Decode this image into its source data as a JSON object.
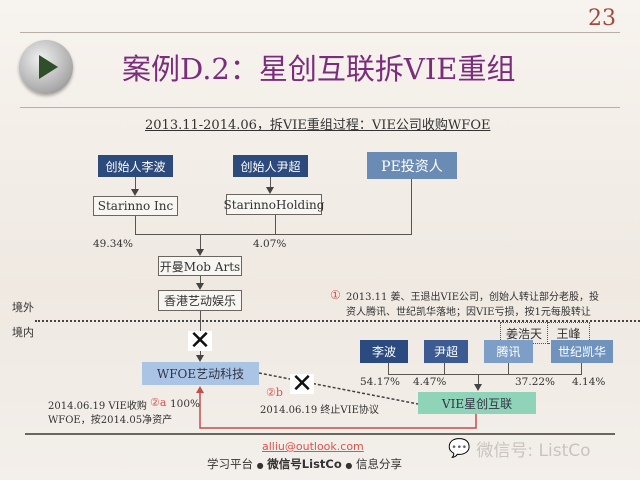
{
  "page_number": "23",
  "title": "案例D.2：星创互联拆VIE重组",
  "subtitle": "2013.11-2014.06，拆VIE重组过程：VIE公司收购WFOE",
  "offshore": {
    "founder1": "创始人李波",
    "founder2": "创始人尹超",
    "pe": "PE投资人",
    "entity1": "Starinno Inc",
    "entity2": "StarinnoHolding",
    "pct1": "49.34%",
    "pct2": "4.07%",
    "cayman": "开曼Mob Arts",
    "hk": "香港艺动娱乐"
  },
  "labels": {
    "offshore": "境外",
    "onshore": "境内"
  },
  "note1": {
    "marker": "①",
    "line1": "2013.11 姜、王退出VIE公司，创始人转让部分老股，投",
    "line2": "资人腾讯、世纪凯华落地；因VIE亏损，按1元每股转让"
  },
  "exited": [
    "姜浩天",
    "王峰"
  ],
  "shareholders": [
    {
      "name": "李波",
      "pct": "54.17%",
      "color": "#2b4a7f"
    },
    {
      "name": "尹超",
      "pct": "4.47%",
      "color": "#3b5b92"
    },
    {
      "name": "腾讯",
      "pct": "37.22%",
      "color": "#7d9ec6"
    },
    {
      "name": "世纪凯华",
      "pct": "4.14%",
      "color": "#6f93bd"
    }
  ],
  "wfoe": "WFOE艺动科技",
  "vie": "VIE星创互联",
  "note2a": {
    "line1": "2014.06.19 VIE收购",
    "marker": "②a",
    "pct": "100%",
    "line2": "WFOE，按2014.05净资产"
  },
  "note2b": {
    "marker": "②b",
    "text": "2014.06.19 终止VIE协议"
  },
  "footer": {
    "email": "alliu@outlook.com",
    "slogan1": "学习平台",
    "bullet": "●",
    "slogan2": "微信号ListCo",
    "slogan3": "信息分享"
  },
  "watermark": "微信号: ListCo",
  "colors": {
    "title": "#7b2d7c",
    "page_number": "#a04a3e",
    "navy": "#2d4a7c",
    "wfoe": "#a9c4e4",
    "vie": "#8fd3b9",
    "red_line": "#c0504d"
  }
}
